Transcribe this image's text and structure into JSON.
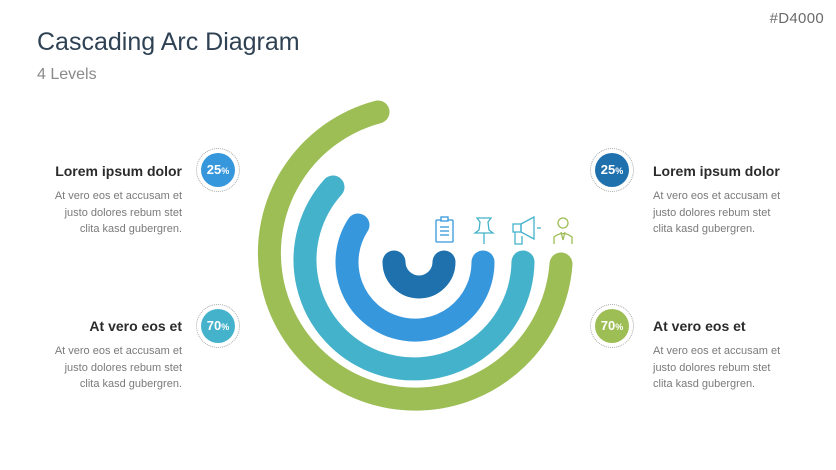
{
  "code": "#D4000",
  "title": "Cascading Arc Diagram",
  "subtitle": "4 Levels",
  "colors": {
    "green": "#9dbd55",
    "teal": "#45b2cb",
    "blue": "#3697dc",
    "navy": "#1f71ad"
  },
  "blocks": [
    {
      "heading": "Lorem ipsum dolor",
      "lines": [
        "At vero eos et accusam et",
        "justo dolores rebum stet",
        "clita kasd gubergren."
      ],
      "percent": "25",
      "unit": "%"
    },
    {
      "heading": "At vero eos et",
      "lines": [
        "At vero eos et accusam et",
        "justo dolores rebum stet",
        "clita kasd gubergren."
      ],
      "percent": "70",
      "unit": "%"
    },
    {
      "heading": "Lorem ipsum dolor",
      "lines": [
        "At vero eos et accusam et",
        "justo dolores rebum stet",
        "clita kasd gubergren."
      ],
      "percent": "25",
      "unit": "%"
    },
    {
      "heading": "At vero eos et",
      "lines": [
        "At vero eos et accusam et",
        "justo dolores rebum stet",
        "clita kasd gubergren."
      ],
      "percent": "70",
      "unit": "%"
    }
  ],
  "icons": [
    "clipboard-icon",
    "pushpin-icon",
    "megaphone-icon",
    "person-icon"
  ]
}
